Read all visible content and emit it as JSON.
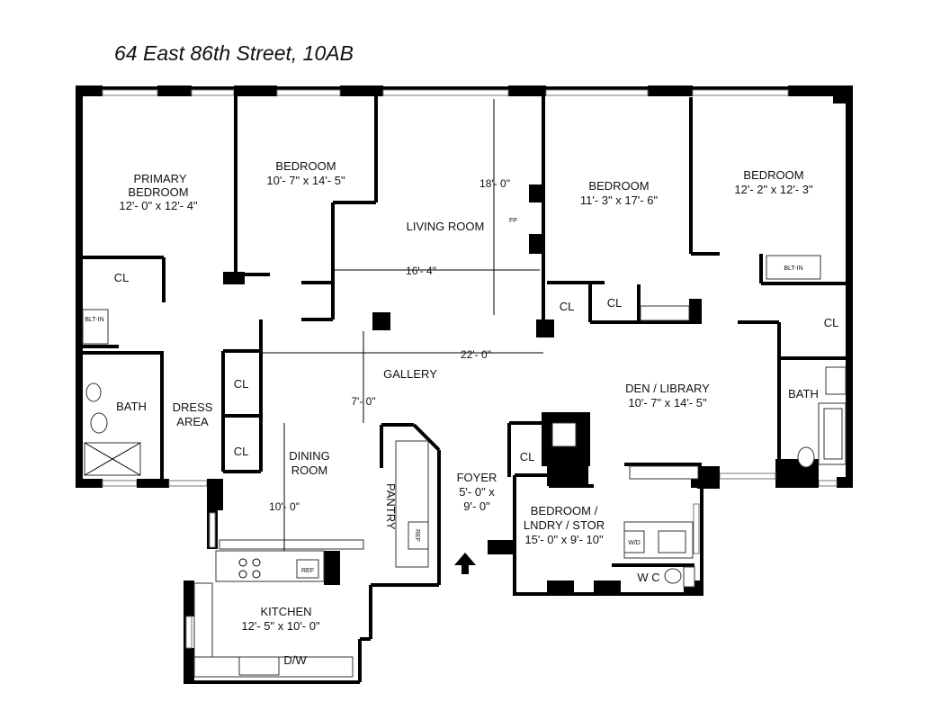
{
  "title": "64 East 86th Street, 10AB",
  "rooms": {
    "primary_bedroom": {
      "l1": "PRIMARY",
      "l2": "BEDROOM",
      "dims": "12'- 0\" x 12'- 4\""
    },
    "bedroom_1": {
      "name": "BEDROOM",
      "dims": "10'- 7\" x 14'- 5\""
    },
    "living_room": {
      "name": "LIVING ROOM",
      "fp": "FP",
      "dim_h": "16'- 4\"",
      "dim_v": "18'- 0\""
    },
    "bedroom_2": {
      "name": "BEDROOM",
      "dims": "11'- 3\" x 17'- 6\""
    },
    "bedroom_3": {
      "name": "BEDROOM",
      "dims": "12'- 2\" x 12'- 3\"",
      "builtin": "BLT-IN"
    },
    "gallery": {
      "name": "GALLERY",
      "dim_h": "22'- 0\"",
      "dim_v": "7'- 0\""
    },
    "den": {
      "name": "DEN / LIBRARY",
      "dims": "10'- 7\" x 14'- 5\""
    },
    "dining": {
      "l1": "DINING",
      "l2": "ROOM",
      "dim": "10'- 0\""
    },
    "pantry": {
      "name": "PANTRY",
      "ref": "REF"
    },
    "foyer": {
      "name": "FOYER",
      "l2": "5'- 0\" x",
      "l3": "9'- 0\""
    },
    "kitchen": {
      "name": "KITCHEN",
      "dims": "12'- 5\" x 10'- 0\"",
      "ref": "REF",
      "dw": "D/W"
    },
    "bedroom_lndry": {
      "l1": "BEDROOM /",
      "l2": "LNDRY / STOR",
      "l3": "15'- 0\" x 9'- 10\"",
      "wd": "W/D"
    },
    "wc": {
      "name": "W C"
    },
    "bath_left": {
      "name": "BATH"
    },
    "bath_right": {
      "name": "BATH"
    },
    "dress": {
      "l1": "DRESS",
      "l2": "AREA"
    },
    "closets": {
      "cl": "CL",
      "bltin": "BLT-IN"
    }
  }
}
